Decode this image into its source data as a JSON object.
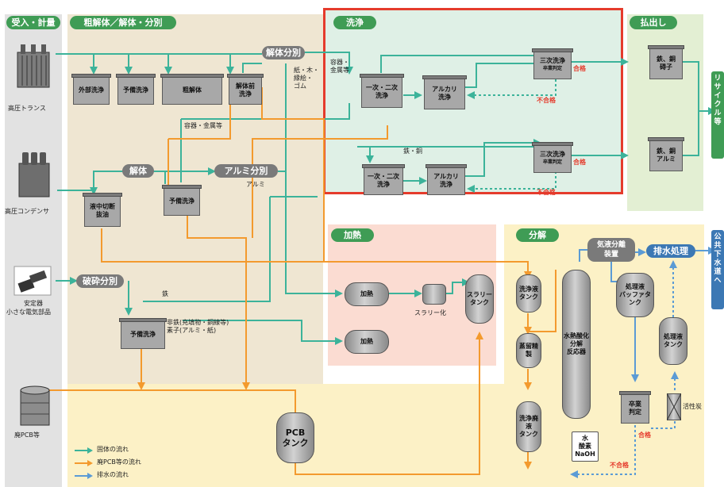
{
  "headers": {
    "receive": "受入・計量",
    "disassemble": "粗解体／解体・分別",
    "wash": "洗浄",
    "discharge": "払出し",
    "heat": "加熱",
    "decompose": "分解"
  },
  "sources": {
    "transformer": "高圧トランス",
    "capacitor": "高圧コンデンサ",
    "stabilizer_line1": "安定器",
    "stabilizer_line2": "小さな電気部品",
    "waste_pcb": "廃PCB等"
  },
  "boxes": {
    "exterior_wash": "外部洗浄",
    "pre_wash_1": "予備洗浄",
    "rough_disassembly": "粗解体",
    "pre_disassembly_wash": "解体前\n洗浄",
    "in_liquid_cut": "液中切断\n抜油",
    "pre_wash_2": "予備洗浄",
    "pre_wash_3": "予備洗浄",
    "primary_secondary_wash_1": "一次・二次\n洗浄",
    "alkali_wash_1": "アルカリ\n洗浄",
    "tertiary_wash_1": "三次洗浄",
    "tertiary_judge_1": "卒業判定",
    "primary_secondary_wash_2": "一次・二次\n洗浄",
    "alkali_wash_2": "アルカリ\n洗浄",
    "tertiary_wash_2": "三次洗浄",
    "tertiary_judge_2": "卒業判定",
    "output_iron_copper_core": "鉄、銅\n碍子",
    "output_iron_copper_al": "鉄、銅\nアルミ",
    "graduation_judge": "卒業\n判定"
  },
  "pills": {
    "disassembly_sort": "解体分別",
    "disassembly": "解体",
    "aluminum_sort": "アルミ分別",
    "crush_sort": "破砕分別",
    "gas_liquid_sep": "気液分離\n装置",
    "wastewater": "排水処理"
  },
  "tanks": {
    "heat_1": "加熱",
    "heat_2": "加熱",
    "slurry_tank": "スラリー\nタンク",
    "wash_liquid_tank": "洗浄液\nタンク",
    "distill": "蒸留精製",
    "wash_waste_tank": "洗浄廃液\nタンク",
    "reactor": "水熱酸化分解\n反応器",
    "buffer_tank": "処理液\nバッファタンク",
    "treated_tank": "処理液\nタンク",
    "pcb_tank": "PCB\nタンク",
    "water_oxygen": "水\n酸素\nNaOH"
  },
  "labels": {
    "paper_wood": "紙・木・\n縁絵・\nゴム",
    "container_metal_1": "容器・\n金属等",
    "container_metal_2": "容器・金属等",
    "aluminum": "アルミ",
    "iron_copper": "鉄・銅",
    "iron": "鉄",
    "non_iron": "非鉄(充填物・銅線等)\n素子(アルミ・紙)",
    "slurry": "スラリー化",
    "activated_carbon": "活性炭",
    "pass_1": "合格",
    "fail_1": "不合格",
    "pass_2": "合格",
    "fail_2": "不合格",
    "pass_3": "合格",
    "fail_3": "不合格"
  },
  "right_labels": {
    "recycle": "リサイクル等",
    "sewer": "公共下水道へ"
  },
  "legend": [
    {
      "label": "固体の流れ",
      "color": "#3cb39a"
    },
    {
      "label": "廃PCB等の流れ",
      "color": "#f39a2e"
    },
    {
      "label": "排水の流れ",
      "color": "#5b9bd5"
    }
  ],
  "colors": {
    "solid_flow": "#3cb39a",
    "pcb_flow": "#f39a2e",
    "water_flow": "#5b9bd5",
    "wash_frame": "#e53b2c",
    "header_green": "#3f9c55"
  }
}
